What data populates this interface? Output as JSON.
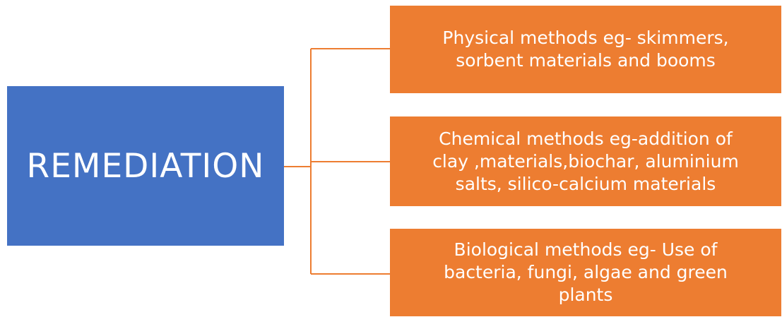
{
  "diagram": {
    "root": {
      "label": "REMEDIATION",
      "color": "#4472c4"
    },
    "branches": [
      {
        "label": "Physical methods eg- skimmers,\nsorbent materials and booms",
        "color": "#ed7d31"
      },
      {
        "label": "Chemical methods eg-addition of\nclay ,materials,biochar, aluminium\nsalts, silico-calcium materials",
        "color": "#ed7d31"
      },
      {
        "label": "Biological methods eg- Use of\nbacteria, fungi, algae and green\nplants",
        "color": "#ed7d31"
      }
    ],
    "connector_color": "#ed7d31"
  }
}
